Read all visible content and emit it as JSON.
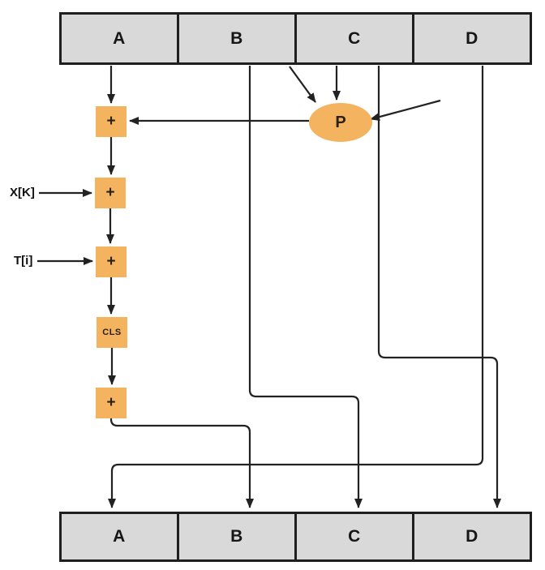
{
  "diagram": {
    "top_row": {
      "cells": [
        {
          "label": "A"
        },
        {
          "label": "B"
        },
        {
          "label": "C"
        },
        {
          "label": "D"
        }
      ]
    },
    "bottom_row": {
      "cells": [
        {
          "label": "A"
        },
        {
          "label": "B"
        },
        {
          "label": "C"
        },
        {
          "label": "D"
        }
      ]
    },
    "nodes": {
      "add1": {
        "label": "+"
      },
      "add_xk": {
        "label": "+"
      },
      "add_ti": {
        "label": "+"
      },
      "cls": {
        "label": "CLS"
      },
      "add_out": {
        "label": "+"
      },
      "pool": {
        "label": "P"
      }
    },
    "input_labels": {
      "xk": "X[K]",
      "ti": "T[i]"
    },
    "colors": {
      "node_fill": "#f3b35f",
      "cell_fill": "#d9d9d9",
      "line": "#222222",
      "border": "#1f1f1f"
    }
  }
}
